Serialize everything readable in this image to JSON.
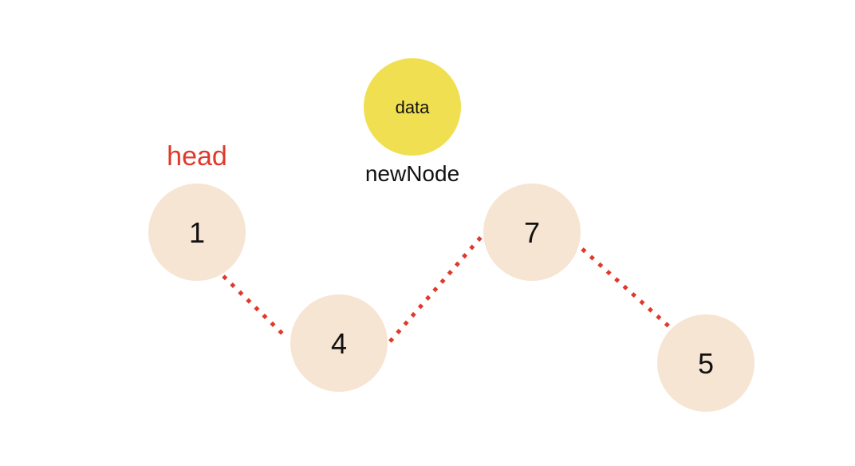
{
  "colors": {
    "background": "#ffffff",
    "node_fill": "#f7e5d3",
    "new_node_fill": "#f1df52",
    "link": "#e0392b",
    "head_label": "#e0392b",
    "text": "#111111"
  },
  "head_label": "head",
  "new_node": {
    "value": "data",
    "label": "newNode"
  },
  "nodes": [
    {
      "id": "node-1",
      "value": "1"
    },
    {
      "id": "node-4",
      "value": "4"
    },
    {
      "id": "node-7",
      "value": "7"
    },
    {
      "id": "node-5",
      "value": "5"
    }
  ],
  "links": [
    {
      "from": "node-1",
      "to": "node-4",
      "style": "dotted"
    },
    {
      "from": "node-4",
      "to": "node-7",
      "style": "dotted"
    },
    {
      "from": "node-7",
      "to": "node-5",
      "style": "dotted"
    }
  ]
}
